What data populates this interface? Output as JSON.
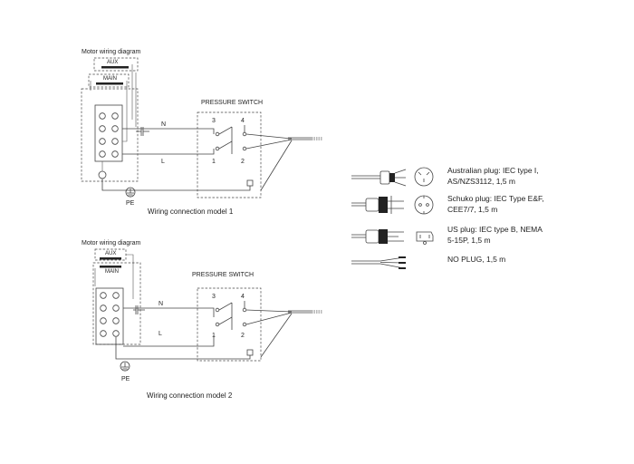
{
  "model1": {
    "motor_title": "Motor wiring diagram",
    "aux": "AUX",
    "main": "MAIN",
    "switch_title": "PRESSURE SWITCH",
    "t3": "3",
    "t4": "4",
    "t1": "1",
    "t2": "2",
    "n": "N",
    "l": "L",
    "pe": "PE",
    "caption": "Wiring connection model 1"
  },
  "model2": {
    "motor_title": "Motor wiring diagram",
    "aux": "AUX",
    "main": "MAIN",
    "switch_title": "PRESSURE SWITCH",
    "t3": "3",
    "t4": "4",
    "t1": "1",
    "t2": "2",
    "n": "N",
    "l": "L",
    "pe": "PE",
    "caption": "Wiring connection model 2"
  },
  "plugs": [
    {
      "line1": "Australian plug: IEC type I,",
      "line2": "AS/NZS3112, 1,5 m"
    },
    {
      "line1": "Schuko plug: IEC Type E&F,",
      "line2": "CEE7/7, 1,5 m"
    },
    {
      "line1": "US plug: IEC type B, NEMA",
      "line2": "5-15P, 1,5 m"
    },
    {
      "line1": "NO PLUG, 1,5 m",
      "line2": ""
    }
  ],
  "icons": [
    "australian-plug-icon",
    "australian-socket-icon",
    "schuko-plug-icon",
    "schuko-socket-icon",
    "us-plug-icon",
    "us-socket-icon",
    "bare-cable-icon",
    "ground-symbol-icon"
  ]
}
